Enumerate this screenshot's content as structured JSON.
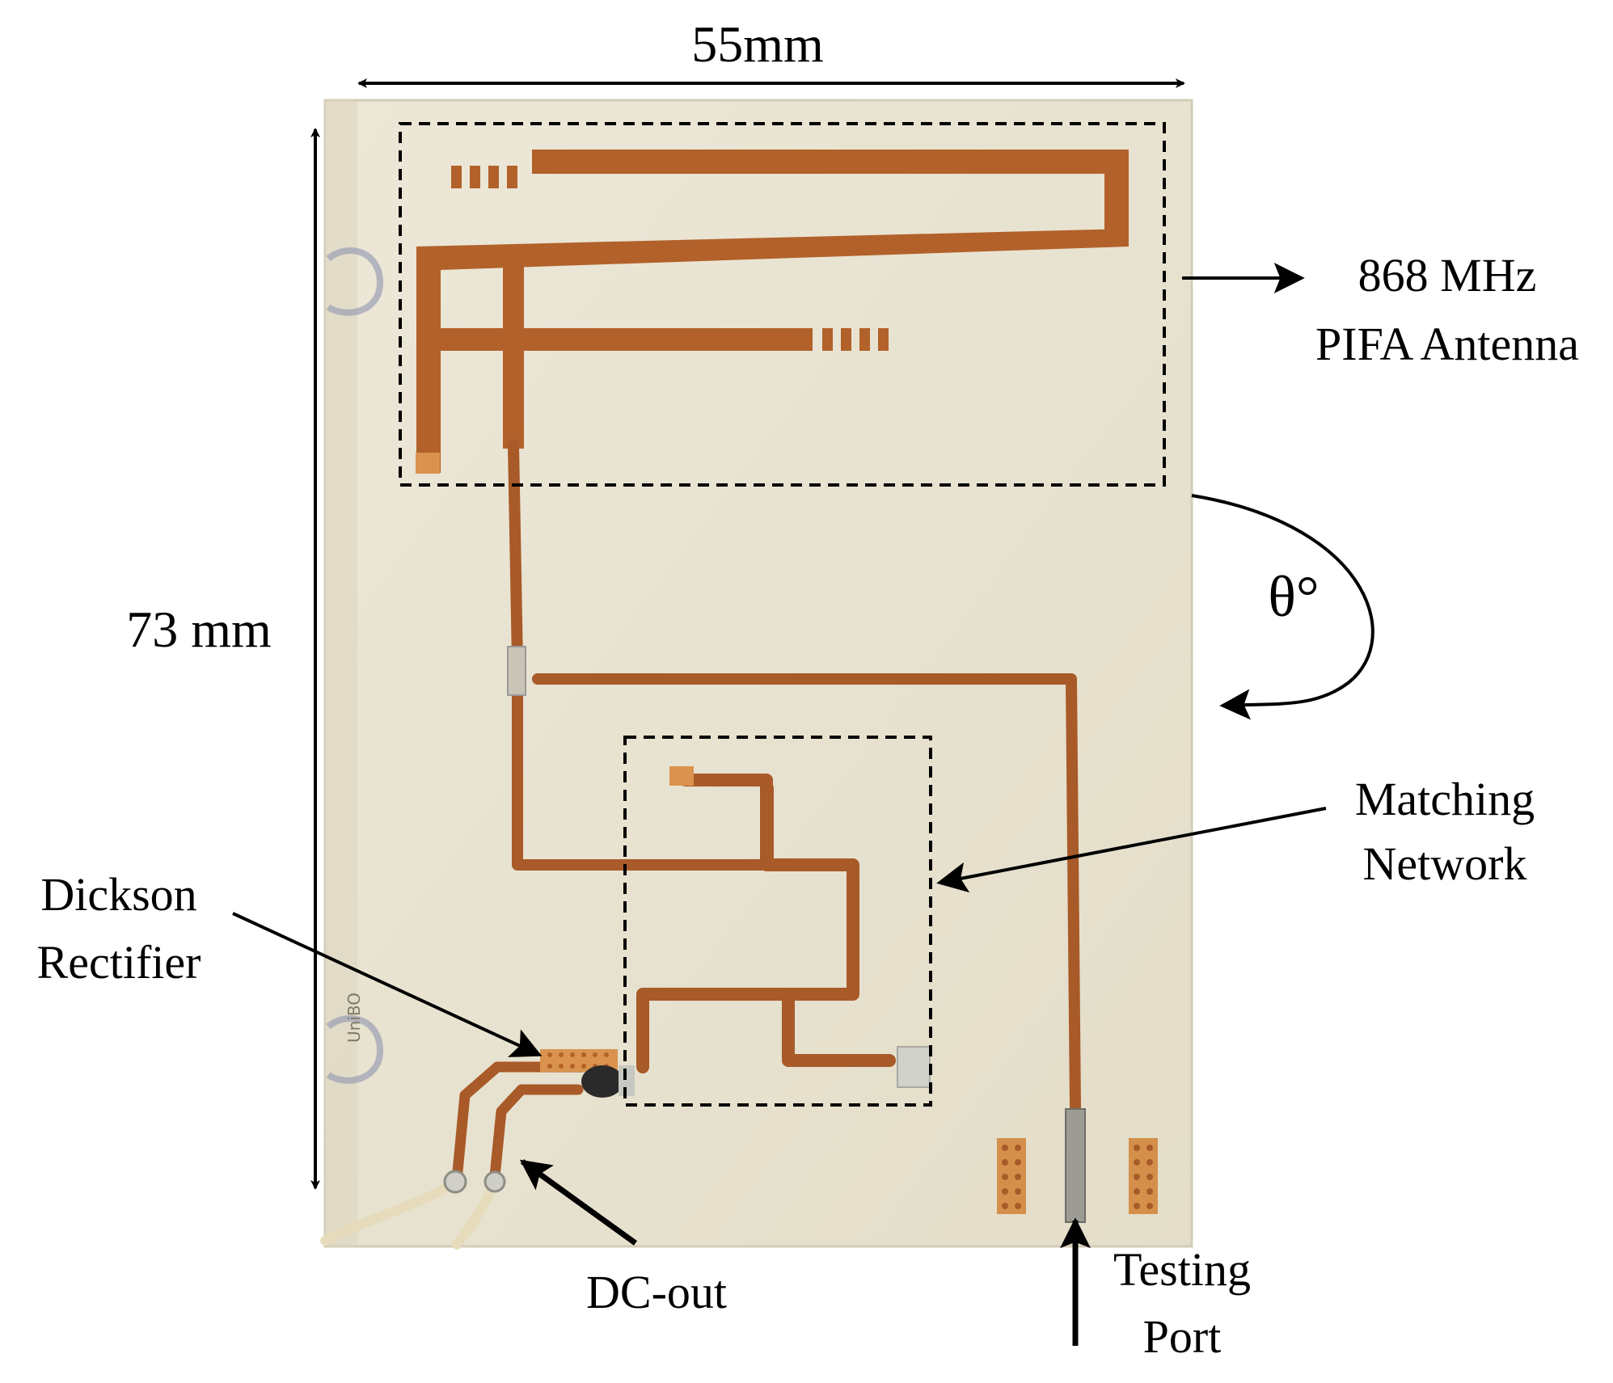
{
  "labels": {
    "width_dim": "55mm",
    "height_dim": "73 mm",
    "antenna_line1": "868 MHz",
    "antenna_line2": "PIFA Antenna",
    "rotation": "θ°",
    "matching_line1": "Matching",
    "matching_line2": "Network",
    "rectifier_line1": "Dickson",
    "rectifier_line2": "Rectifier",
    "dc_out": "DC-out",
    "testing_line1": "Testing",
    "testing_line2": "Port",
    "board_mark": "UniBO"
  },
  "colors": {
    "board": "#e9e4d3",
    "board_edge": "#d6cfbb",
    "copper": "#b2612a",
    "copper_dark": "#8a4a22",
    "pad": "#d4904a",
    "solder": "#b8b8b8",
    "wire": "#e8dcb8",
    "ink": "#000000"
  }
}
